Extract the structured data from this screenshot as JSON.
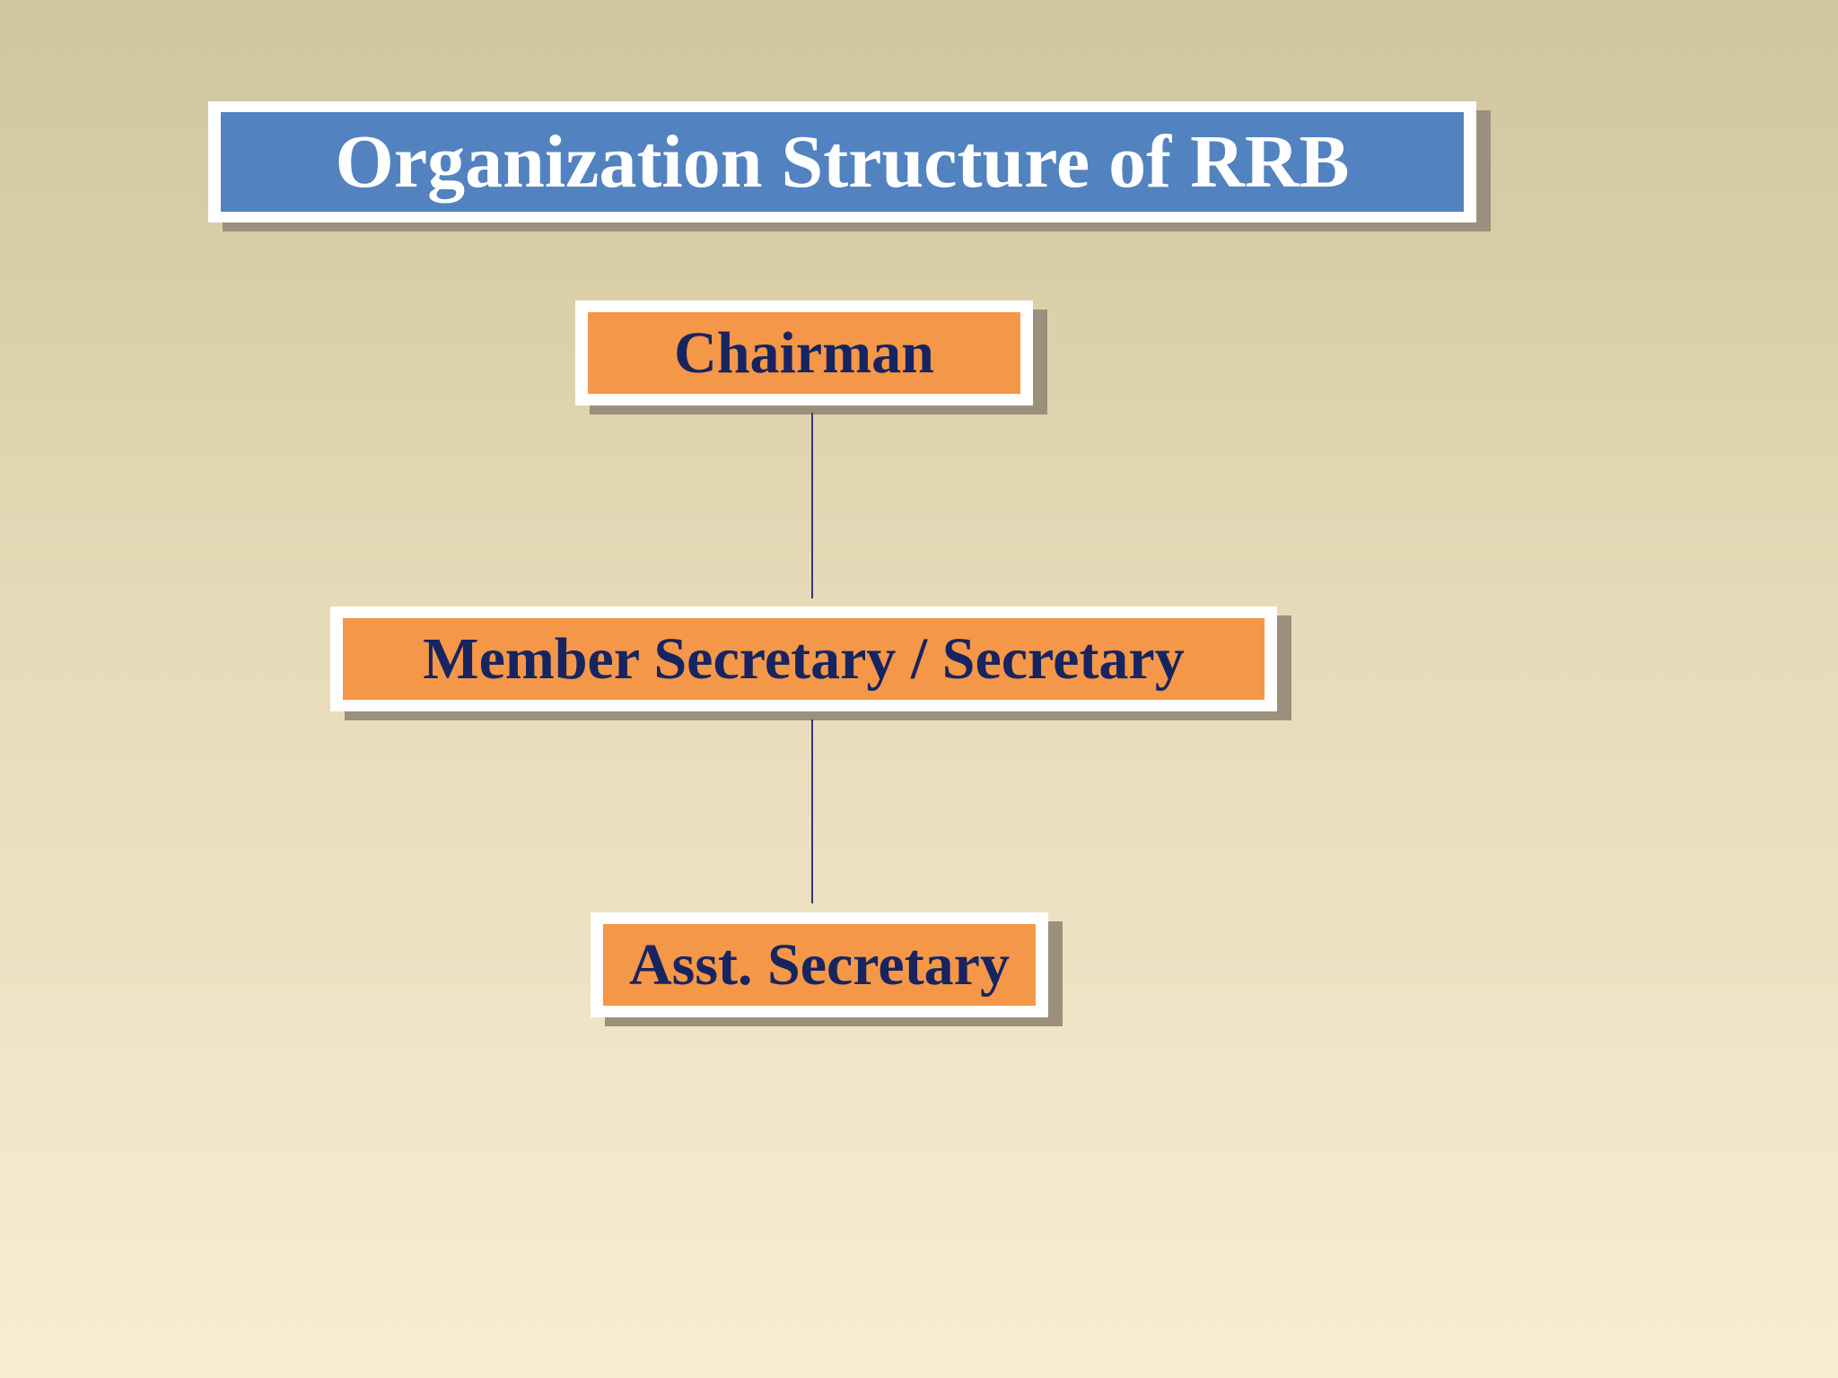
{
  "slide": {
    "title": "Organization Structure of RRB"
  },
  "org_chart": {
    "nodes": [
      {
        "id": "chairman",
        "label": "Chairman"
      },
      {
        "id": "member-secretary",
        "label": "Member Secretary / Secretary"
      },
      {
        "id": "asst-secretary",
        "label": "Asst. Secretary"
      }
    ],
    "edges": [
      {
        "from": "chairman",
        "to": "member-secretary"
      },
      {
        "from": "member-secretary",
        "to": "asst-secretary"
      }
    ]
  },
  "colors": {
    "title_fill": "#5283c0",
    "title_text": "#ffffff",
    "node_fill": "#f59748",
    "node_text": "#172460",
    "connector": "#2a3b78",
    "shadow": "#9b907c"
  }
}
